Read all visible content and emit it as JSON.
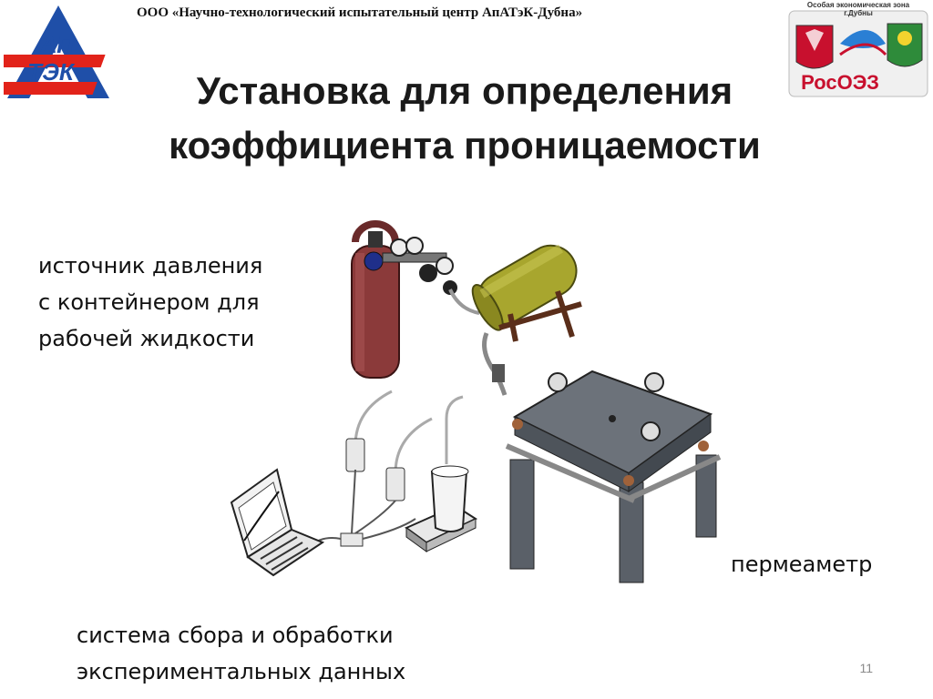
{
  "org_name": "ООО «Научно-технологический испытательный центр АпАТэК-Дубна»",
  "title": {
    "line1": "Установка для определения",
    "line2": "коэффициента проницаемости"
  },
  "labels": {
    "pressure_source": [
      "источник давления",
      "с контейнером для",
      "рабочей жидкости"
    ],
    "permeameter": "пермеаметр",
    "data_system": [
      "система сбора и обработки",
      "экспериментальных данных"
    ]
  },
  "logo_left": {
    "line1": "АП",
    "line2": "ТЭК"
  },
  "logo_right": {
    "zone_line1": "Особая экономическая зона",
    "zone_line2": "г.Дубны",
    "brand": "РосОЭЗ"
  },
  "slide_number": "11",
  "colors": {
    "logo_blue": "#1f4fa8",
    "logo_red": "#e2231a",
    "cylinder": "#8b3a3a",
    "tank": "#a8a62e",
    "steel": "#6c727a"
  }
}
